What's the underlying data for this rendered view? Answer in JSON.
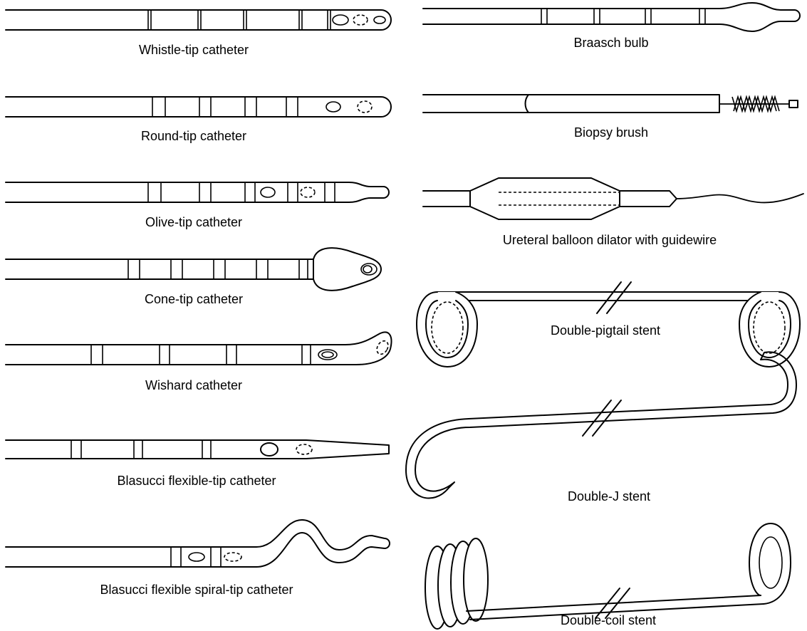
{
  "catheters": {
    "whistle_tip": "Whistle-tip catheter",
    "round_tip": "Round-tip catheter",
    "olive_tip": "Olive-tip catheter",
    "cone_tip": "Cone-tip catheter",
    "wishard": "Wishard catheter",
    "blasucci_flexible_tip": "Blasucci flexible-tip catheter",
    "blasucci_spiral_tip": "Blasucci flexible spiral-tip catheter"
  },
  "instruments": {
    "braasch_bulb": "Braasch bulb",
    "biopsy_brush": "Biopsy brush",
    "balloon_dilator": "Ureteral balloon dilator with guidewire"
  },
  "stents": {
    "double_pigtail": "Double-pigtail stent",
    "double_j": "Double-J stent",
    "double_coil": "Double-coil stent"
  }
}
